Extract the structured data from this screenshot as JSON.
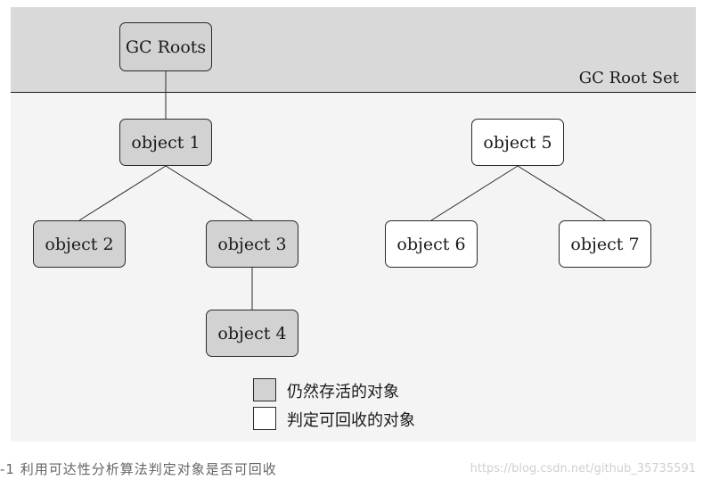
{
  "root_set_label": "GC Root Set",
  "nodes": {
    "gc_roots": "GC Roots",
    "object1": "object 1",
    "object2": "object 2",
    "object3": "object 3",
    "object4": "object 4",
    "object5": "object 5",
    "object6": "object 6",
    "object7": "object 7"
  },
  "legend": {
    "live": "仍然存活的对象",
    "dead": "判定可回收的对象"
  },
  "caption": "-1   利用可达性分析算法判定对象是否可回收",
  "watermark": "https://blog.csdn.net/github_35735591",
  "colors": {
    "root_band": "#d9d9d9",
    "panel": "#f4f4f4",
    "live_fill": "#d2d2d2",
    "dead_fill": "#ffffff"
  }
}
